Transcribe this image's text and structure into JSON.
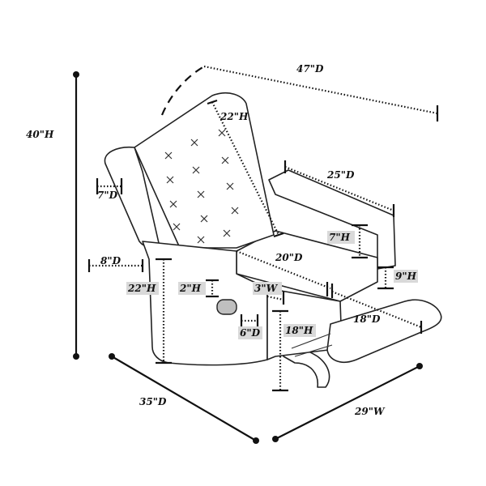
{
  "labels": {
    "height_total": "40\"H",
    "depth_reclined": "47\"D",
    "back_height": "22\"H",
    "seat_depth_top": "25\"D",
    "wing_depth": "7\"D",
    "arm_to_seat": "7\"H",
    "arm_depth": "8\"D",
    "seat_depth": "20\"D",
    "arm_height": "22\"H",
    "cushion_height": "9\"H",
    "handle_height": "2\"H",
    "handle_width": "3\"W",
    "handle_depth": "6\"D",
    "seat_height": "18\"H",
    "footrest_depth": "18\"D",
    "base_depth": "35\"D",
    "base_width": "29\"W"
  },
  "colors": {
    "line": "#111111",
    "label_shade": "#d9d9d9",
    "background": "#ffffff"
  },
  "icons": {
    "handle": "recline-lever-icon"
  }
}
